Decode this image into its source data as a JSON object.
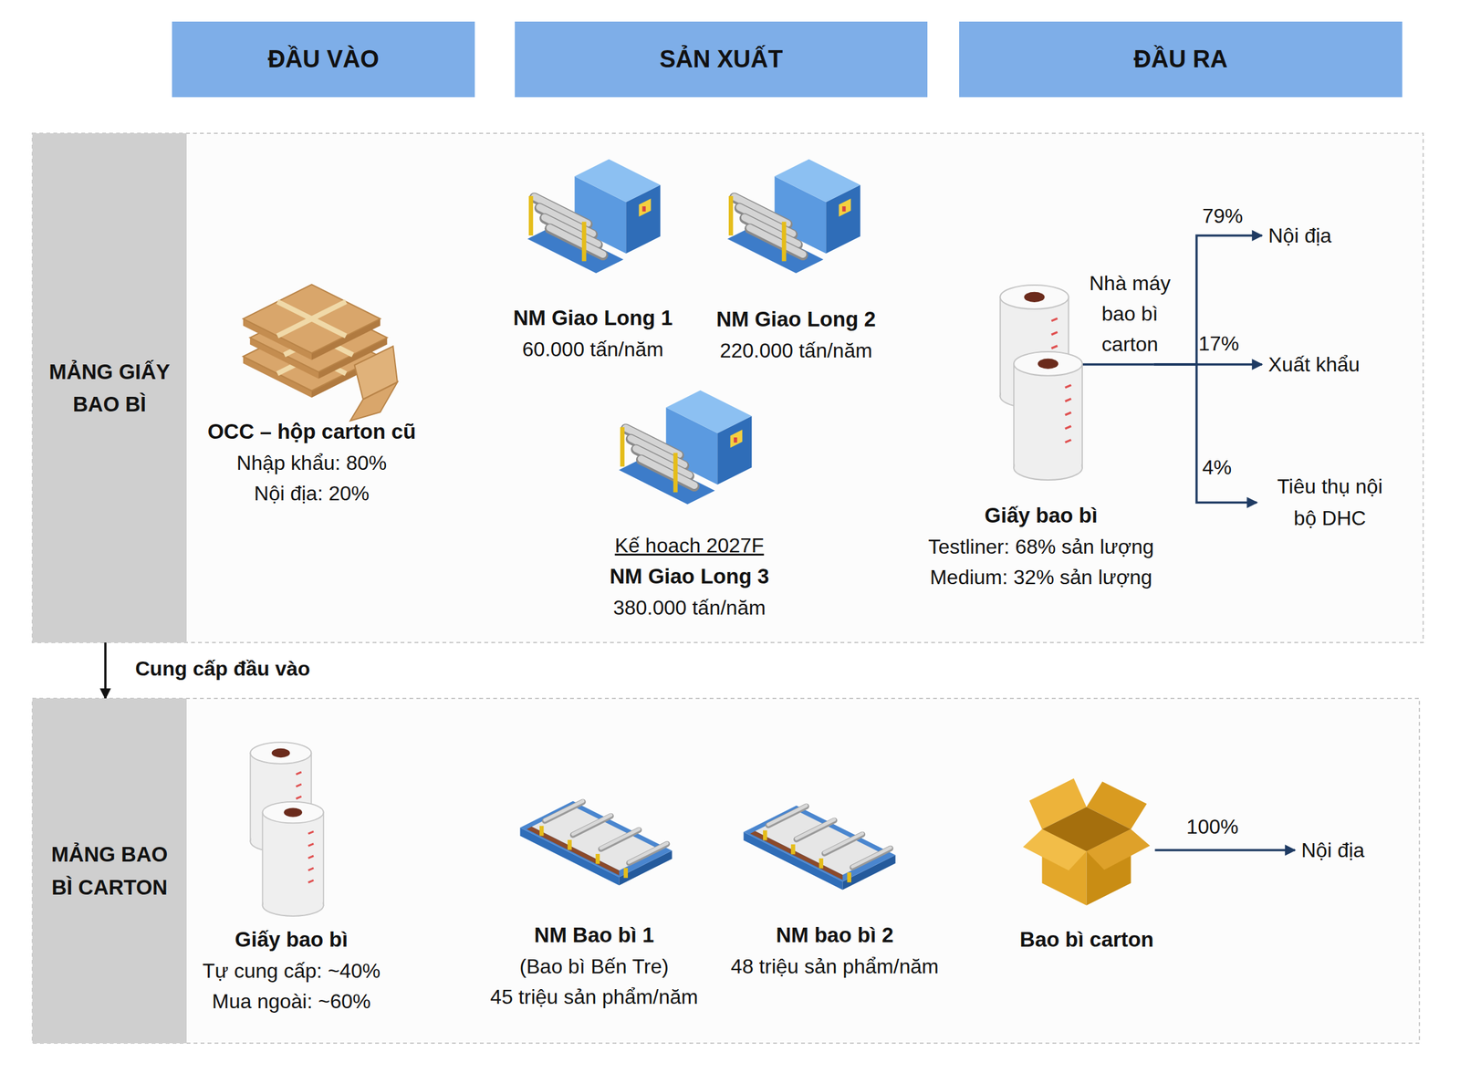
{
  "diagram": {
    "nodes": [
      {
        "text": [
          "ĐẦU VÀO"
        ]
      },
      {
        "text": [
          "SẢN XUẤT"
        ]
      },
      {
        "text": [
          "ĐẦU RA"
        ]
      },
      {
        "text": [
          "MẢNG GIẤY BAO BÌ"
        ]
      },
      {
        "text": [
          "MẢNG BAO BÌ CARTON"
        ]
      },
      {
        "text": [
          "OCC – hộp carton cũ",
          "Nhập khẩu: 80%",
          "Nội địa: 20%"
        ]
      },
      {
        "text": [
          "NM Giao Long 1",
          "60.000 tấn/năm"
        ]
      },
      {
        "text": [
          "NM Giao Long 2",
          "220.000 tấn/năm"
        ]
      },
      {
        "text": [
          "Kế hoach 2027F",
          "NM Giao Long 3",
          "380.000 tấn/năm"
        ]
      },
      {
        "text": [
          "Giấy bao bì",
          "Testliner: 68% sản lượng",
          "Medium: 32% sản lượng"
        ]
      },
      {
        "text": [
          "Nội địa"
        ]
      },
      {
        "text": [
          "Xuất khẩu"
        ]
      },
      {
        "text": [
          "Tiêu thụ nội bộ DHC"
        ]
      },
      {
        "text": [
          "Giấy bao bì",
          "Tự cung cấp: ~40%",
          "Mua ngoài: ~60%"
        ]
      },
      {
        "text": [
          "NM Bao bì 1",
          "(Bao bì Bến Tre)",
          "45 triệu sản phẩm/năm"
        ]
      },
      {
        "text": [
          "NM bao bì 2",
          "48 triệu sản phẩm/năm"
        ]
      },
      {
        "text": [
          "Bao bì carton"
        ]
      },
      {
        "text": [
          "Nội địa"
        ]
      }
    ],
    "edges": [
      {
        "from": 9,
        "to": 10,
        "label": "79%",
        "arrow": "to"
      },
      {
        "from": 9,
        "to": 11,
        "label": "17%",
        "arrow": "to"
      },
      {
        "from": 9,
        "to": 12,
        "label": "4%",
        "arrow": "to"
      },
      {
        "from": 16,
        "to": 17,
        "label": "100%",
        "arrow": "to"
      },
      {
        "from": 3,
        "to": 4,
        "label": "Cung cấp đầu vào",
        "arrow": "to"
      }
    ],
    "labels": [
      "Nhà máy bao bì carton"
    ]
  }
}
